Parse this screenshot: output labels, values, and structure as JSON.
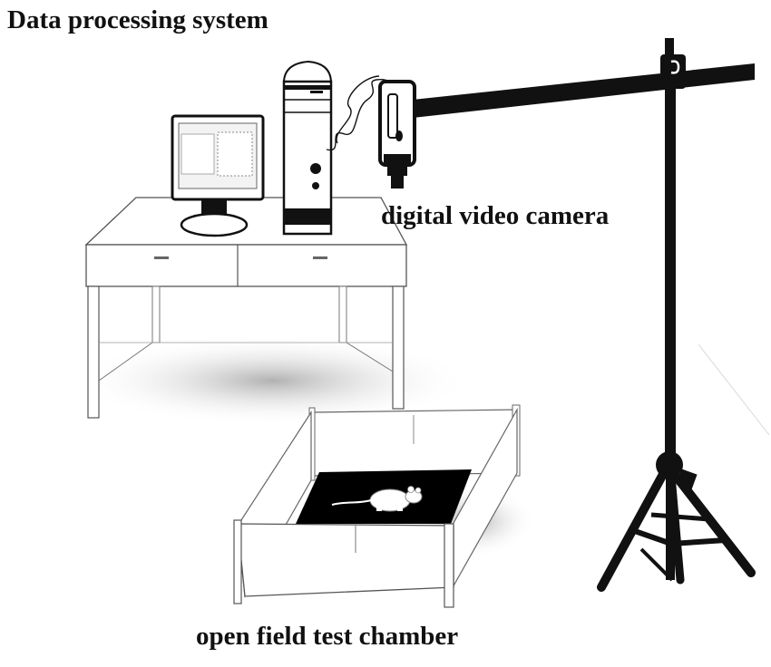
{
  "labels": {
    "data_processing_system": "Data processing system",
    "digital_video_camera": "digital video camera",
    "open_field_test_chamber": "open field test chamber"
  },
  "colors": {
    "ink": "#111111",
    "line": "#555555",
    "floor": "#000000",
    "shadow": "#cfcfcf",
    "paper": "#ffffff"
  }
}
